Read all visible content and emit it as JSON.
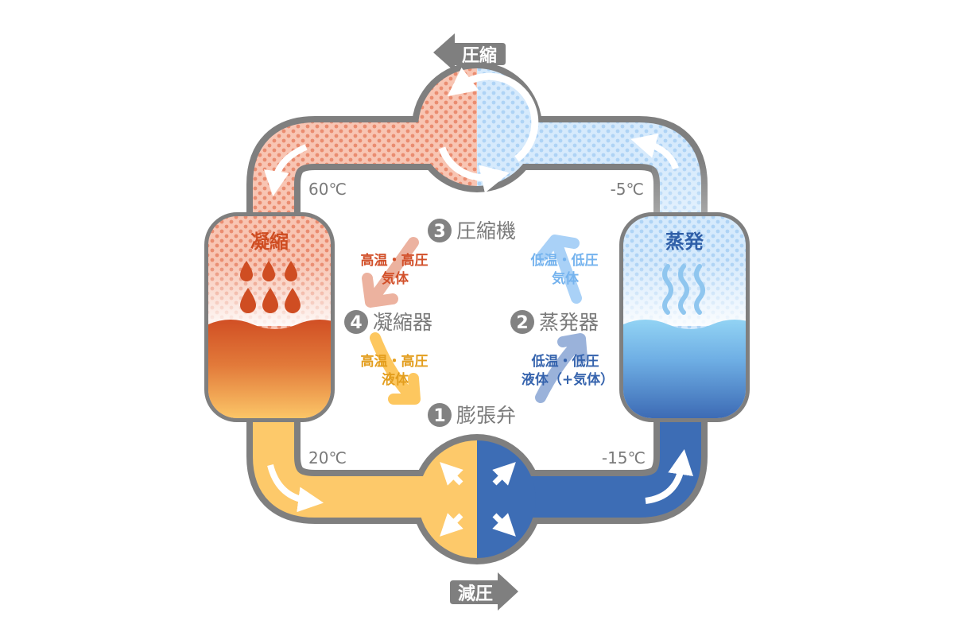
{
  "top_arrow": {
    "label": "圧縮",
    "direction": "left"
  },
  "bottom_arrow": {
    "label": "減圧",
    "direction": "right"
  },
  "temperatures": {
    "top_left": "60℃",
    "top_right": "-5℃",
    "bottom_left": "20℃",
    "bottom_right": "-15℃"
  },
  "tanks": {
    "condenser": "凝縮",
    "evaporator": "蒸発"
  },
  "steps": [
    {
      "number": "1",
      "label": "膨張弁"
    },
    {
      "number": "2",
      "label": "蒸発器"
    },
    {
      "number": "3",
      "label": "圧縮機"
    },
    {
      "number": "4",
      "label": "凝縮器"
    }
  ],
  "states": {
    "hot_gas": {
      "line1": "高温・高圧",
      "line2": "気体"
    },
    "hot_liquid": {
      "line1": "高温・高圧",
      "line2": "液体"
    },
    "cold_gas": {
      "line1": "低温・低圧",
      "line2": "気体"
    },
    "cold_liquid": {
      "line1": "低温・低圧",
      "line2": "液体（+気体）"
    }
  },
  "colors": {
    "outline": "#7f7f7f",
    "hot_gas": "#f6bba8",
    "hot_liquid": "#d4552a",
    "warm_liquid": "#fdc96a",
    "cold_gas": "#d3e8fb",
    "cold_liquid": "#3d6db5",
    "evap_liquid": "#8fd0f3"
  }
}
